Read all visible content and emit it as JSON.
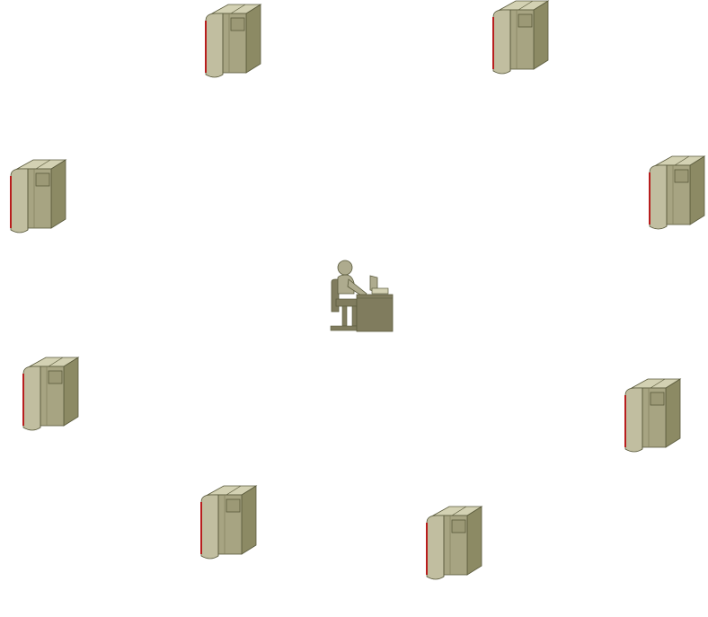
{
  "diagram": {
    "nodes": [
      {
        "id": "server-1",
        "icon": "server-tower-icon"
      },
      {
        "id": "server-2",
        "icon": "server-tower-icon"
      },
      {
        "id": "server-3",
        "icon": "server-tower-icon"
      },
      {
        "id": "server-4",
        "icon": "server-tower-icon"
      },
      {
        "id": "server-5",
        "icon": "server-tower-icon"
      },
      {
        "id": "server-6",
        "icon": "server-tower-icon"
      },
      {
        "id": "server-7",
        "icon": "server-tower-icon"
      },
      {
        "id": "server-8",
        "icon": "server-tower-icon"
      },
      {
        "id": "operator",
        "icon": "person-at-workstation-icon"
      }
    ],
    "colors": {
      "server_front": "#b8b593",
      "server_side": "#8c8a64",
      "server_top": "#d3d1b3",
      "server_outline": "#5a5a3c",
      "server_accent": "#b81e1e",
      "operator_fill": "#807c5e",
      "operator_light": "#aeab8e"
    }
  }
}
